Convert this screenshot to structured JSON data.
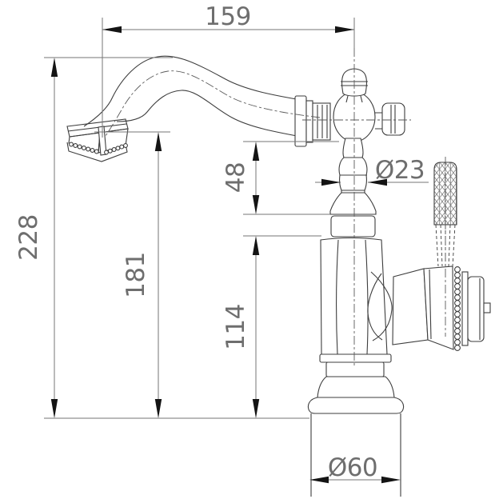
{
  "drawing": {
    "type": "technical-dimension-drawing",
    "subject": "classic single-lever basin faucet, side elevation"
  },
  "colors": {
    "background": "#ffffff",
    "drawing_line": "#3d3d3d",
    "dimension_line": "#767676",
    "centerline": "#5a5a5a",
    "arrow": "#141414",
    "label_text": "#6e6e6e"
  },
  "dimensions": {
    "spout_reach": {
      "label": "159"
    },
    "overall_height": {
      "label": "228"
    },
    "spout_outlet_height": {
      "label": "181"
    },
    "body_height": {
      "label": "114"
    },
    "neck_height": {
      "label": "48"
    },
    "neck_diameter": {
      "label": "Ø23"
    },
    "base_diameter": {
      "label": "Ø60"
    }
  }
}
